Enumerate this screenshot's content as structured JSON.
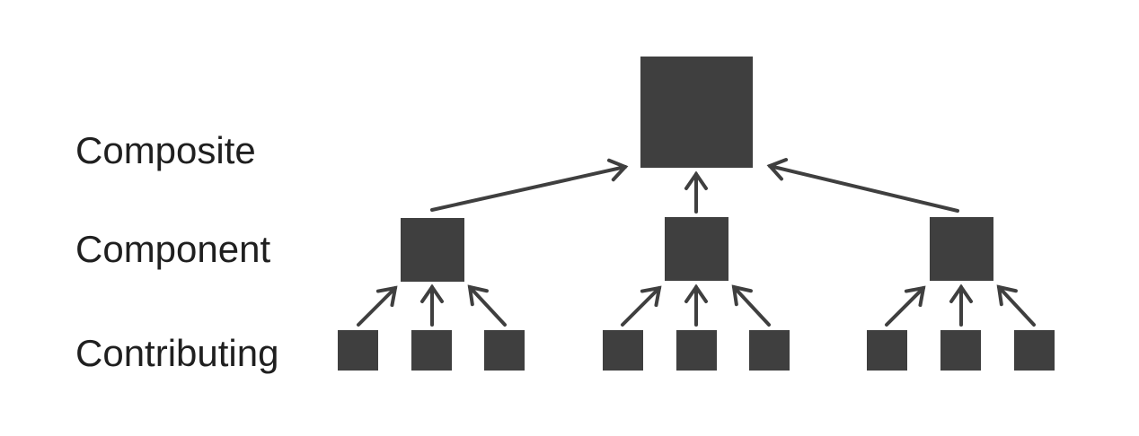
{
  "page": {
    "background": "#ffffff"
  },
  "labels": {
    "composite": "Composite",
    "component": "Component",
    "contributing": "Contributing"
  },
  "colors": {
    "shape_fill": "#3f3f3f",
    "arrow_stroke": "#3f3f3f",
    "label_text": "#1f1f1f"
  },
  "diagram": {
    "type": "hierarchy",
    "direction_of_arrows": "upward",
    "levels": [
      {
        "label": "Composite",
        "shape_count": 1,
        "shape": "large-square"
      },
      {
        "label": "Component",
        "shape_count": 3,
        "shape": "medium-square"
      },
      {
        "label": "Contributing",
        "shape_count": 9,
        "shape": "small-square"
      }
    ],
    "contributing_per_component": 3,
    "components_per_composite": 3
  }
}
